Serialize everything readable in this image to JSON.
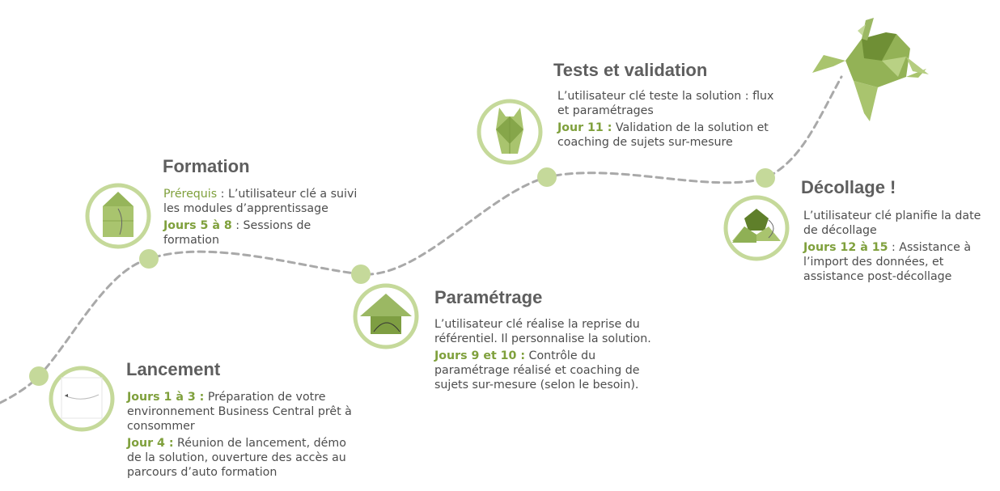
{
  "colors": {
    "accent": "#7fa03c",
    "ring": "#c5d99a",
    "node": "#c5d99a",
    "path": "#a9a9a9",
    "title": "#5e5e5e",
    "text": "#4d4d4d"
  },
  "steps": [
    {
      "title": "Lancement",
      "icon": "paper-sheet-icon",
      "items": [
        {
          "label": "Jours 1 à 3 :",
          "text": " Préparation de votre environnement Business Central prêt à consommer"
        },
        {
          "label": "Jour 4 :",
          "text": " Réunion de lancement, démo de la solution, ouverture des accès au parcours d’auto formation"
        }
      ]
    },
    {
      "title": "Formation",
      "icon": "origami-house-icon",
      "items": [
        {
          "label": "Prérequis",
          "text": " : L’utilisateur clé a suivi les modules d’apprentissage"
        },
        {
          "label": "Jours 5 à 8",
          "text": " : Sessions de formation"
        }
      ]
    },
    {
      "title": "Paramétrage",
      "icon": "origami-roof-icon",
      "items": [
        {
          "label": "",
          "text": "L’utilisateur clé réalise la reprise du référentiel. Il personnalise la solution."
        },
        {
          "label": "Jours 9 et 10 :",
          "text": " Contrôle du paramétrage réalisé et coaching de sujets sur-mesure (selon le besoin)."
        }
      ]
    },
    {
      "title": "Tests et validation",
      "icon": "origami-folded-frog-icon",
      "items": [
        {
          "label": "",
          "text": "L’utilisateur clé teste la solution : flux et paramétrages"
        },
        {
          "label": "Jour 11 :",
          "text": " Validation de la solution et coaching de sujets sur-mesure"
        }
      ]
    },
    {
      "title": "Décollage !",
      "icon": "origami-frog-base-icon",
      "items": [
        {
          "label": "",
          "text": "L’utilisateur clé planifie la date de décollage"
        },
        {
          "label": "Jours 12 à 15",
          "text": " : Assistance à l’import des données, et assistance post-décollage"
        }
      ]
    }
  ],
  "finale_icon": "origami-jumping-frog-icon"
}
